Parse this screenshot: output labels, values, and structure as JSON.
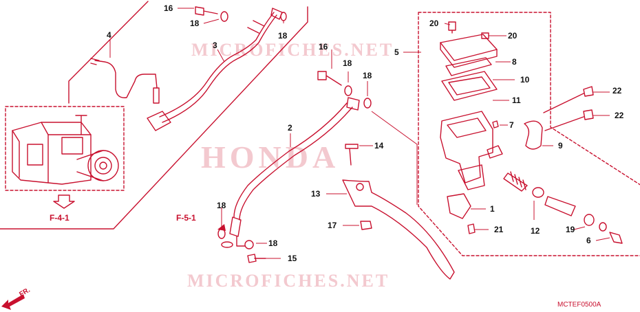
{
  "watermarks": {
    "top": "MICROFICHES.NET",
    "middle": "HONDA",
    "bottom": "MICROFICHES.NET"
  },
  "refs": {
    "abs_ref": "F-4-1",
    "line_ref": "F-5-1",
    "front": "FR."
  },
  "diagram_code": "MCTEF0500A",
  "callouts": [
    {
      "id": "p16a",
      "text": "16"
    },
    {
      "id": "p18a",
      "text": "18"
    },
    {
      "id": "p18b",
      "text": "18"
    },
    {
      "id": "p4",
      "text": "4"
    },
    {
      "id": "p3",
      "text": "3"
    },
    {
      "id": "p16b",
      "text": "16"
    },
    {
      "id": "p18c",
      "text": "18"
    },
    {
      "id": "p18d",
      "text": "18"
    },
    {
      "id": "p2",
      "text": "2"
    },
    {
      "id": "p14",
      "text": "14"
    },
    {
      "id": "p13",
      "text": "13"
    },
    {
      "id": "p17",
      "text": "17"
    },
    {
      "id": "p18e",
      "text": "18"
    },
    {
      "id": "p18f",
      "text": "18"
    },
    {
      "id": "p15",
      "text": "15"
    },
    {
      "id": "p20a",
      "text": "20"
    },
    {
      "id": "p20b",
      "text": "20"
    },
    {
      "id": "p5",
      "text": "5"
    },
    {
      "id": "p8",
      "text": "8"
    },
    {
      "id": "p10",
      "text": "10"
    },
    {
      "id": "p11",
      "text": "11"
    },
    {
      "id": "p7",
      "text": "7"
    },
    {
      "id": "p9",
      "text": "9"
    },
    {
      "id": "p22a",
      "text": "22"
    },
    {
      "id": "p22b",
      "text": "22"
    },
    {
      "id": "p1",
      "text": "1"
    },
    {
      "id": "p21",
      "text": "21"
    },
    {
      "id": "p12",
      "text": "12"
    },
    {
      "id": "p19",
      "text": "19"
    },
    {
      "id": "p6",
      "text": "6"
    }
  ],
  "colors": {
    "ink": "#c8102e",
    "text": "#111111",
    "watermark": "#f3c9cf"
  }
}
